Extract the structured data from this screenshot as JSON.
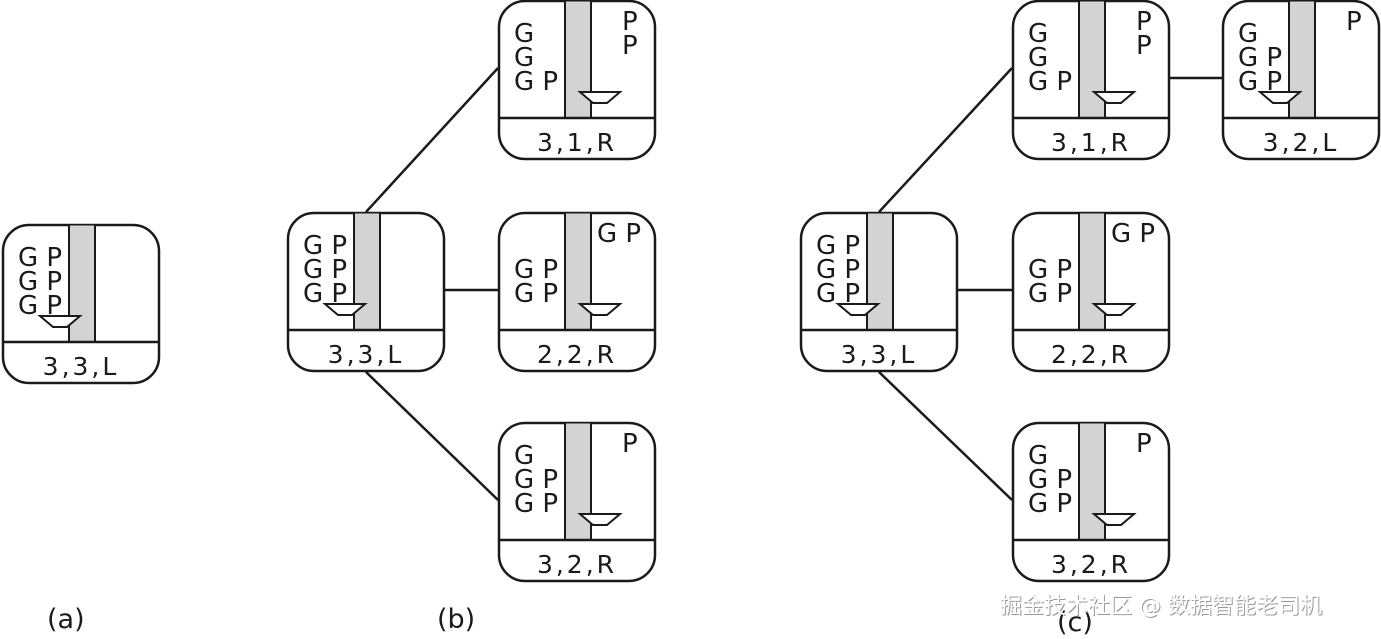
{
  "colors": {
    "stroke": "#1a1a1a",
    "river": "#d3d3d3",
    "background": "#ffffff"
  },
  "panel_labels": [
    "(a)",
    "(b)",
    "(c)"
  ],
  "states": {
    "a_root": {
      "left": [
        "G P",
        "G P",
        "G P"
      ],
      "right": [],
      "caption": "3,3,L"
    },
    "b_root": {
      "left": [
        "G P",
        "G P",
        "G P"
      ],
      "right": [],
      "caption": "3,3,L"
    },
    "b_top": {
      "left": [
        "G",
        "G",
        "G P"
      ],
      "right": [
        "P",
        "P"
      ],
      "caption": "3,1,R"
    },
    "b_mid": {
      "left": [
        "G P",
        "G P"
      ],
      "right": [
        "G P"
      ],
      "caption": "2,2,R"
    },
    "b_bot": {
      "left": [
        "G",
        "G P",
        "G P"
      ],
      "right": [
        "P"
      ],
      "caption": "3,2,R"
    },
    "c_root": {
      "left": [
        "G P",
        "G P",
        "G P"
      ],
      "right": [],
      "caption": "3,3,L"
    },
    "c_top": {
      "left": [
        "G",
        "G",
        "G P"
      ],
      "right": [
        "P",
        "P"
      ],
      "caption": "3,1,R"
    },
    "c_top2": {
      "left": [
        "G",
        "G P",
        "G P"
      ],
      "right": [
        "P"
      ],
      "caption": "3,2,L"
    },
    "c_mid": {
      "left": [
        "G P",
        "G P"
      ],
      "right": [
        "G P"
      ],
      "caption": "2,2,R"
    },
    "c_bot": {
      "left": [
        "G",
        "G P",
        "G P"
      ],
      "right": [
        "P"
      ],
      "caption": "3,2,R"
    }
  },
  "watermark": "掘金技术社区 @ 数据智能老司机"
}
